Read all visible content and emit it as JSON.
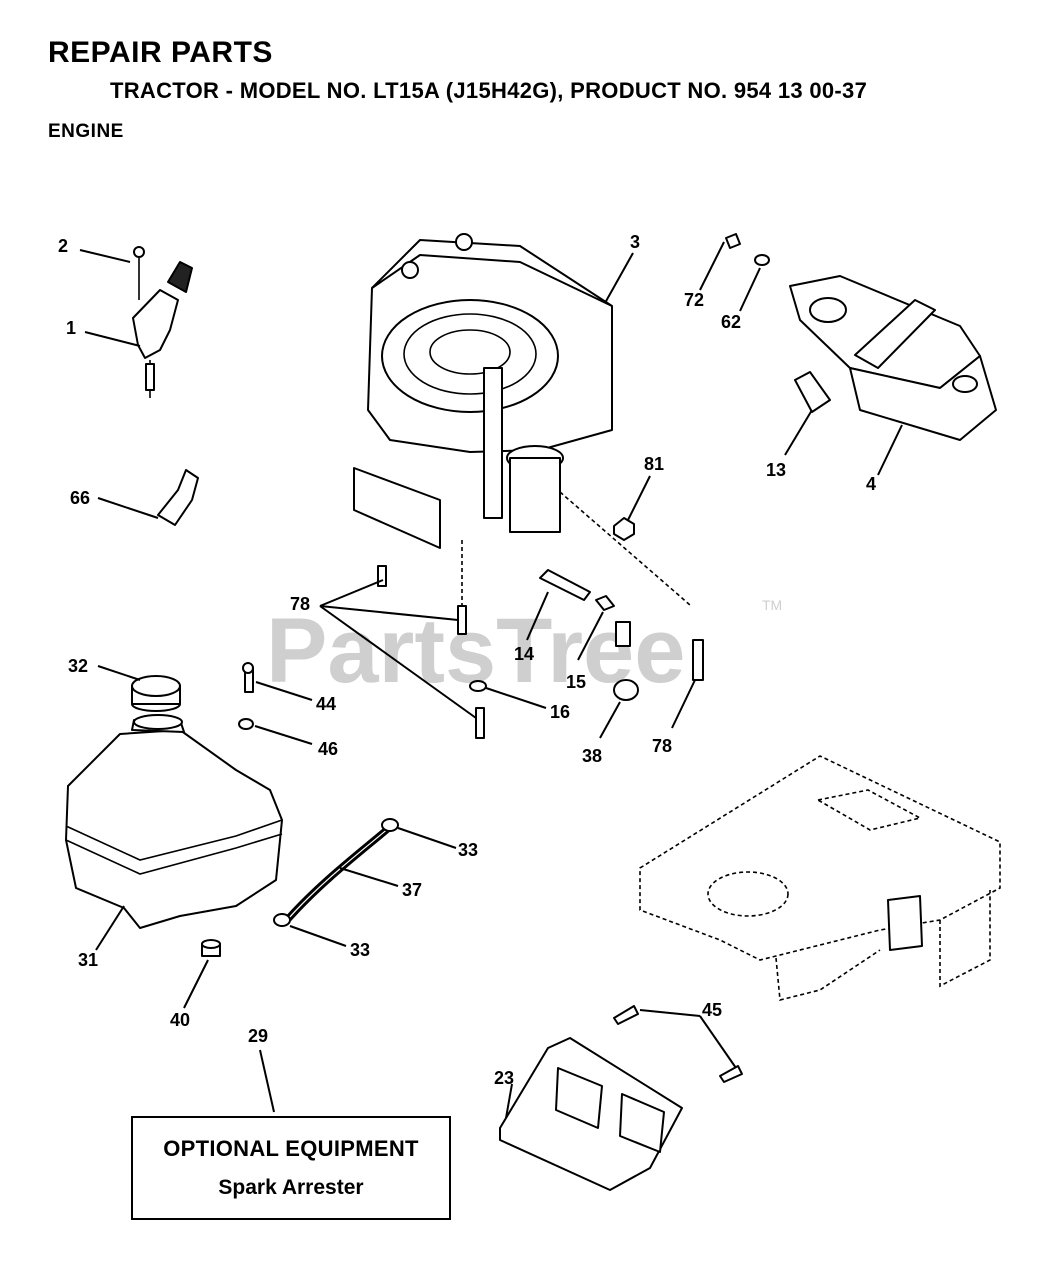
{
  "header": {
    "title": "REPAIR PARTS",
    "subtitle": "TRACTOR - MODEL NO. LT15A (J15H42G), PRODUCT NO. 954 13 00-37",
    "section": "ENGINE"
  },
  "watermark": {
    "text": "PartsTree",
    "tm": "TM"
  },
  "callouts": {
    "c2": "2",
    "c1": "1",
    "c66": "66",
    "c3": "3",
    "c72": "72",
    "c62": "62",
    "c13": "13",
    "c4": "4",
    "c81": "81",
    "c78a": "78",
    "c14": "14",
    "c15": "15",
    "c16": "16",
    "c38": "38",
    "c78b": "78",
    "c32": "32",
    "c44": "44",
    "c46": "46",
    "c33a": "33",
    "c37": "37",
    "c33b": "33",
    "c31": "31",
    "c40": "40",
    "c29": "29",
    "c23": "23",
    "c45": "45"
  },
  "optional_equipment": {
    "title": "OPTIONAL EQUIPMENT",
    "item": "Spark Arrester"
  }
}
